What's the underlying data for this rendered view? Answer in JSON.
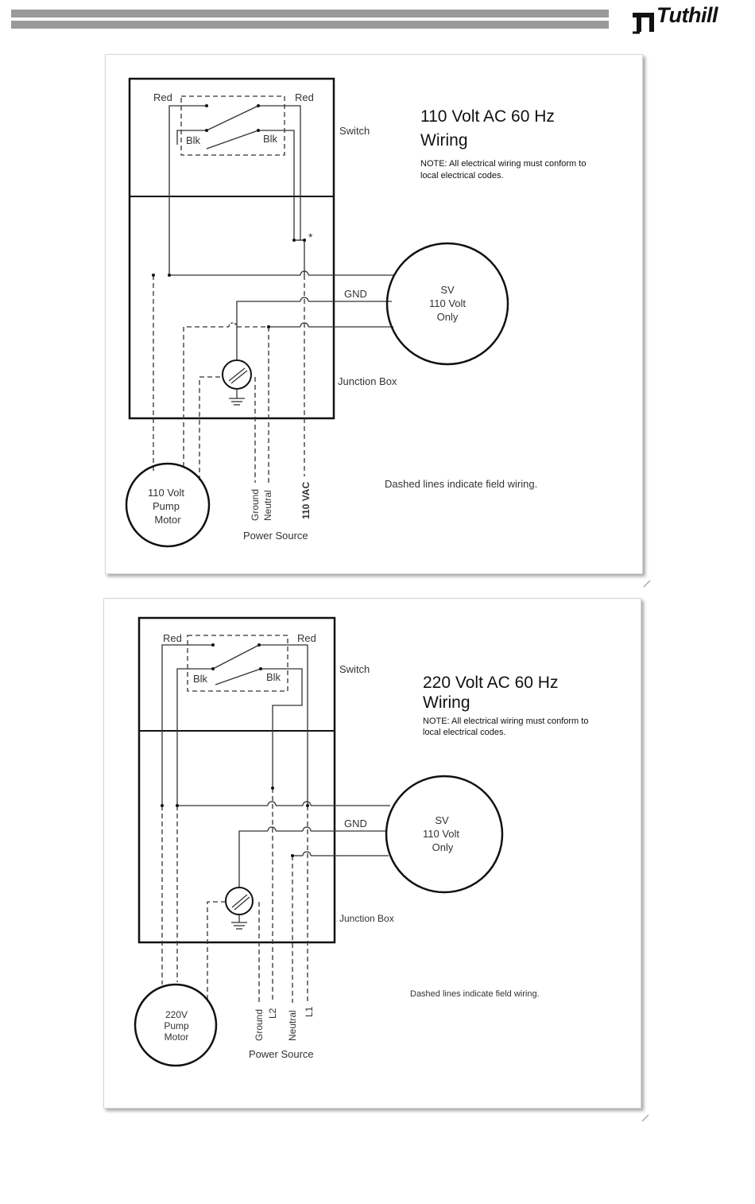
{
  "header": {
    "logo_text": "Tuthill"
  },
  "diagrams": [
    {
      "title_line1": "110 Volt AC 60 Hz",
      "title_line2": "Wiring",
      "note_line1": "NOTE: All electrical wiring must conform to",
      "note_line2": "local electrical codes.",
      "switch_label": "Switch",
      "red_left": "Red",
      "red_right": "Red",
      "blk_left": "Blk",
      "blk_right": "Blk",
      "asterisk": "*",
      "gnd_label": "GND",
      "sv_line1": "SV",
      "sv_line2": "110 Volt",
      "sv_line3": "Only",
      "junction_label": "Junction Box",
      "motor_line1": "110 Volt",
      "motor_line2": "Pump",
      "motor_line3": "Motor",
      "lead_ground": "Ground",
      "lead_neutral": "Neutral",
      "lead_vac": "110 VAC",
      "power_source": "Power Source",
      "dashed_note": "Dashed lines indicate field wiring."
    },
    {
      "title_line1": "220 Volt AC 60 Hz",
      "title_line2": "Wiring",
      "note_line1": "NOTE: All electrical wiring must conform to",
      "note_line2": "local electrical codes.",
      "switch_label": "Switch",
      "red_left": "Red",
      "red_right": "Red",
      "blk_left": "Blk",
      "blk_right": "Blk",
      "gnd_label": "GND",
      "sv_line1": "SV",
      "sv_line2": "110 Volt",
      "sv_line3": "Only",
      "junction_label": "Junction Box",
      "motor_line1": "220V",
      "motor_line2": "Pump",
      "motor_line3": "Motor",
      "lead_ground": "Ground",
      "lead_l2": "L2",
      "lead_neutral": "Neutral",
      "lead_l1": "L1",
      "power_source": "Power Source",
      "dashed_note": "Dashed lines indicate field wiring."
    }
  ]
}
